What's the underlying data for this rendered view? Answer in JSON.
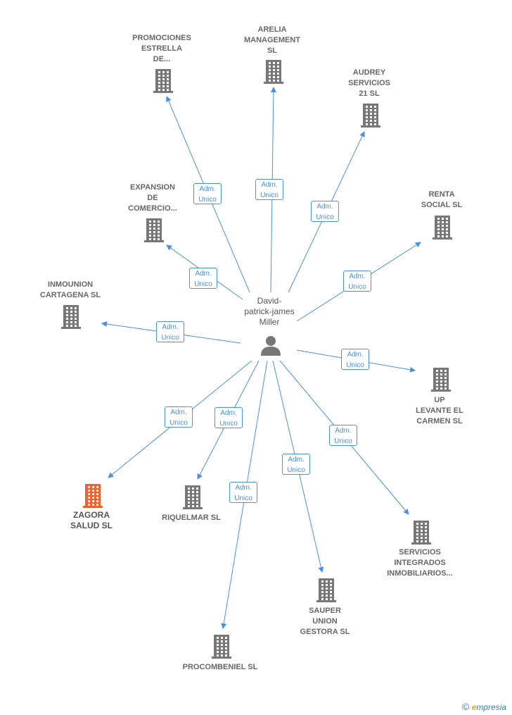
{
  "center": {
    "name": "David-\npatrick-james\nMiller",
    "icon": "person-icon"
  },
  "relation_label_line1": "Adm.",
  "relation_label_line2": "Unico",
  "companies": [
    {
      "id": "promociones",
      "name": "PROMOCIONES\nESTRELLA\nDE...",
      "highlight": false
    },
    {
      "id": "arelia",
      "name": "ARELIA\nMANAGEMENT\nSL",
      "highlight": false
    },
    {
      "id": "audrey",
      "name": "AUDREY\nSERVICIOS\n21 SL",
      "highlight": false
    },
    {
      "id": "expansion",
      "name": "EXPANSION\nDE\nCOMERCIO...",
      "highlight": false
    },
    {
      "id": "renta",
      "name": "RENTA\nSOCIAL SL",
      "highlight": false
    },
    {
      "id": "inmounion",
      "name": "INMOUNION\nCARTAGENA SL",
      "highlight": false
    },
    {
      "id": "up-levante",
      "name": "UP\nLEVANTE EL\nCARMEN SL",
      "highlight": false
    },
    {
      "id": "zagora",
      "name": "ZAGORA\nSALUD  SL",
      "highlight": true
    },
    {
      "id": "riquelmar",
      "name": "RIQUELMAR SL",
      "highlight": false
    },
    {
      "id": "servicios",
      "name": "SERVICIOS\nINTEGRADOS\nINMOBILIARIOS...",
      "highlight": false
    },
    {
      "id": "sauper",
      "name": "SAUPER\nUNION\nGESTORA SL",
      "highlight": false
    },
    {
      "id": "procombeniel",
      "name": "PROCOMBENIEL SL",
      "highlight": false
    }
  ],
  "colors": {
    "edge": "#4a90e2",
    "building": "#777777",
    "building_highlight": "#f0612e",
    "label": "#666666"
  },
  "footer": {
    "copyright": "©",
    "brand_initial": "e",
    "brand_rest": "mpresia"
  }
}
